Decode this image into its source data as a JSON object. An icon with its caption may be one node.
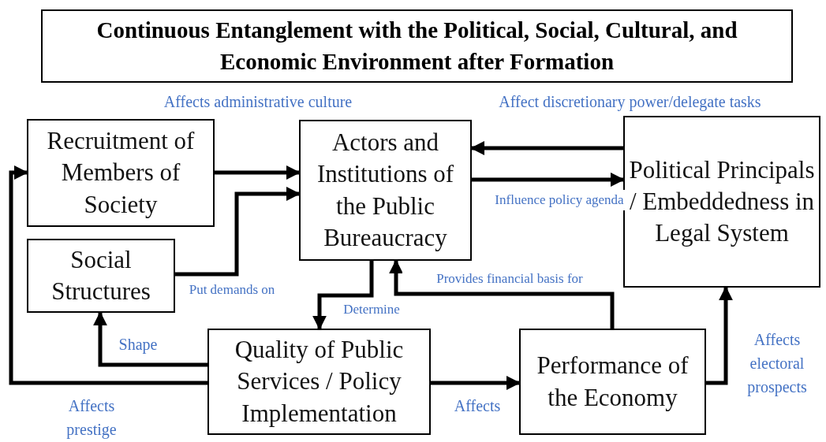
{
  "diagram": {
    "title": "Continuous Entanglement with the Political, Social, Cultural, and Economic Environment after Formation",
    "nodes": [
      {
        "text": [
          "Recruitment of Members of Society"
        ]
      },
      {
        "text": [
          "Social Structures"
        ]
      },
      {
        "text": [
          "Actors and Institutions of the Public Bureaucracy"
        ]
      },
      {
        "text": [
          "Political Principals / Embeddedness in Legal System"
        ]
      },
      {
        "text": [
          "Quality of Public Services / Policy Implementation"
        ]
      },
      {
        "text": [
          "Performance of the Economy"
        ]
      }
    ],
    "edges": [
      {
        "from": 0,
        "to": 2,
        "arrow": "to",
        "label": "Affects administrative culture"
      },
      {
        "from": 1,
        "to": 2,
        "arrow": "to",
        "label": "Put demands on"
      },
      {
        "from": 3,
        "to": 2,
        "arrow": "to",
        "label": "Affect discretionary power/delegate tasks"
      },
      {
        "from": 2,
        "to": 3,
        "arrow": "to",
        "label": "Influence policy agenda"
      },
      {
        "from": 2,
        "to": 4,
        "arrow": "to",
        "label": "Determine"
      },
      {
        "from": 5,
        "to": 2,
        "arrow": "to",
        "label": "Provides financial basis for"
      },
      {
        "from": 4,
        "to": 1,
        "arrow": "to",
        "label": "Shape"
      },
      {
        "from": 4,
        "to": 0,
        "arrow": "to",
        "label": "Affects prestige"
      },
      {
        "from": 4,
        "to": 5,
        "arrow": "to",
        "label": "Affects"
      },
      {
        "from": 5,
        "to": 3,
        "arrow": "to",
        "label": "Affects electoral prospects"
      }
    ]
  }
}
